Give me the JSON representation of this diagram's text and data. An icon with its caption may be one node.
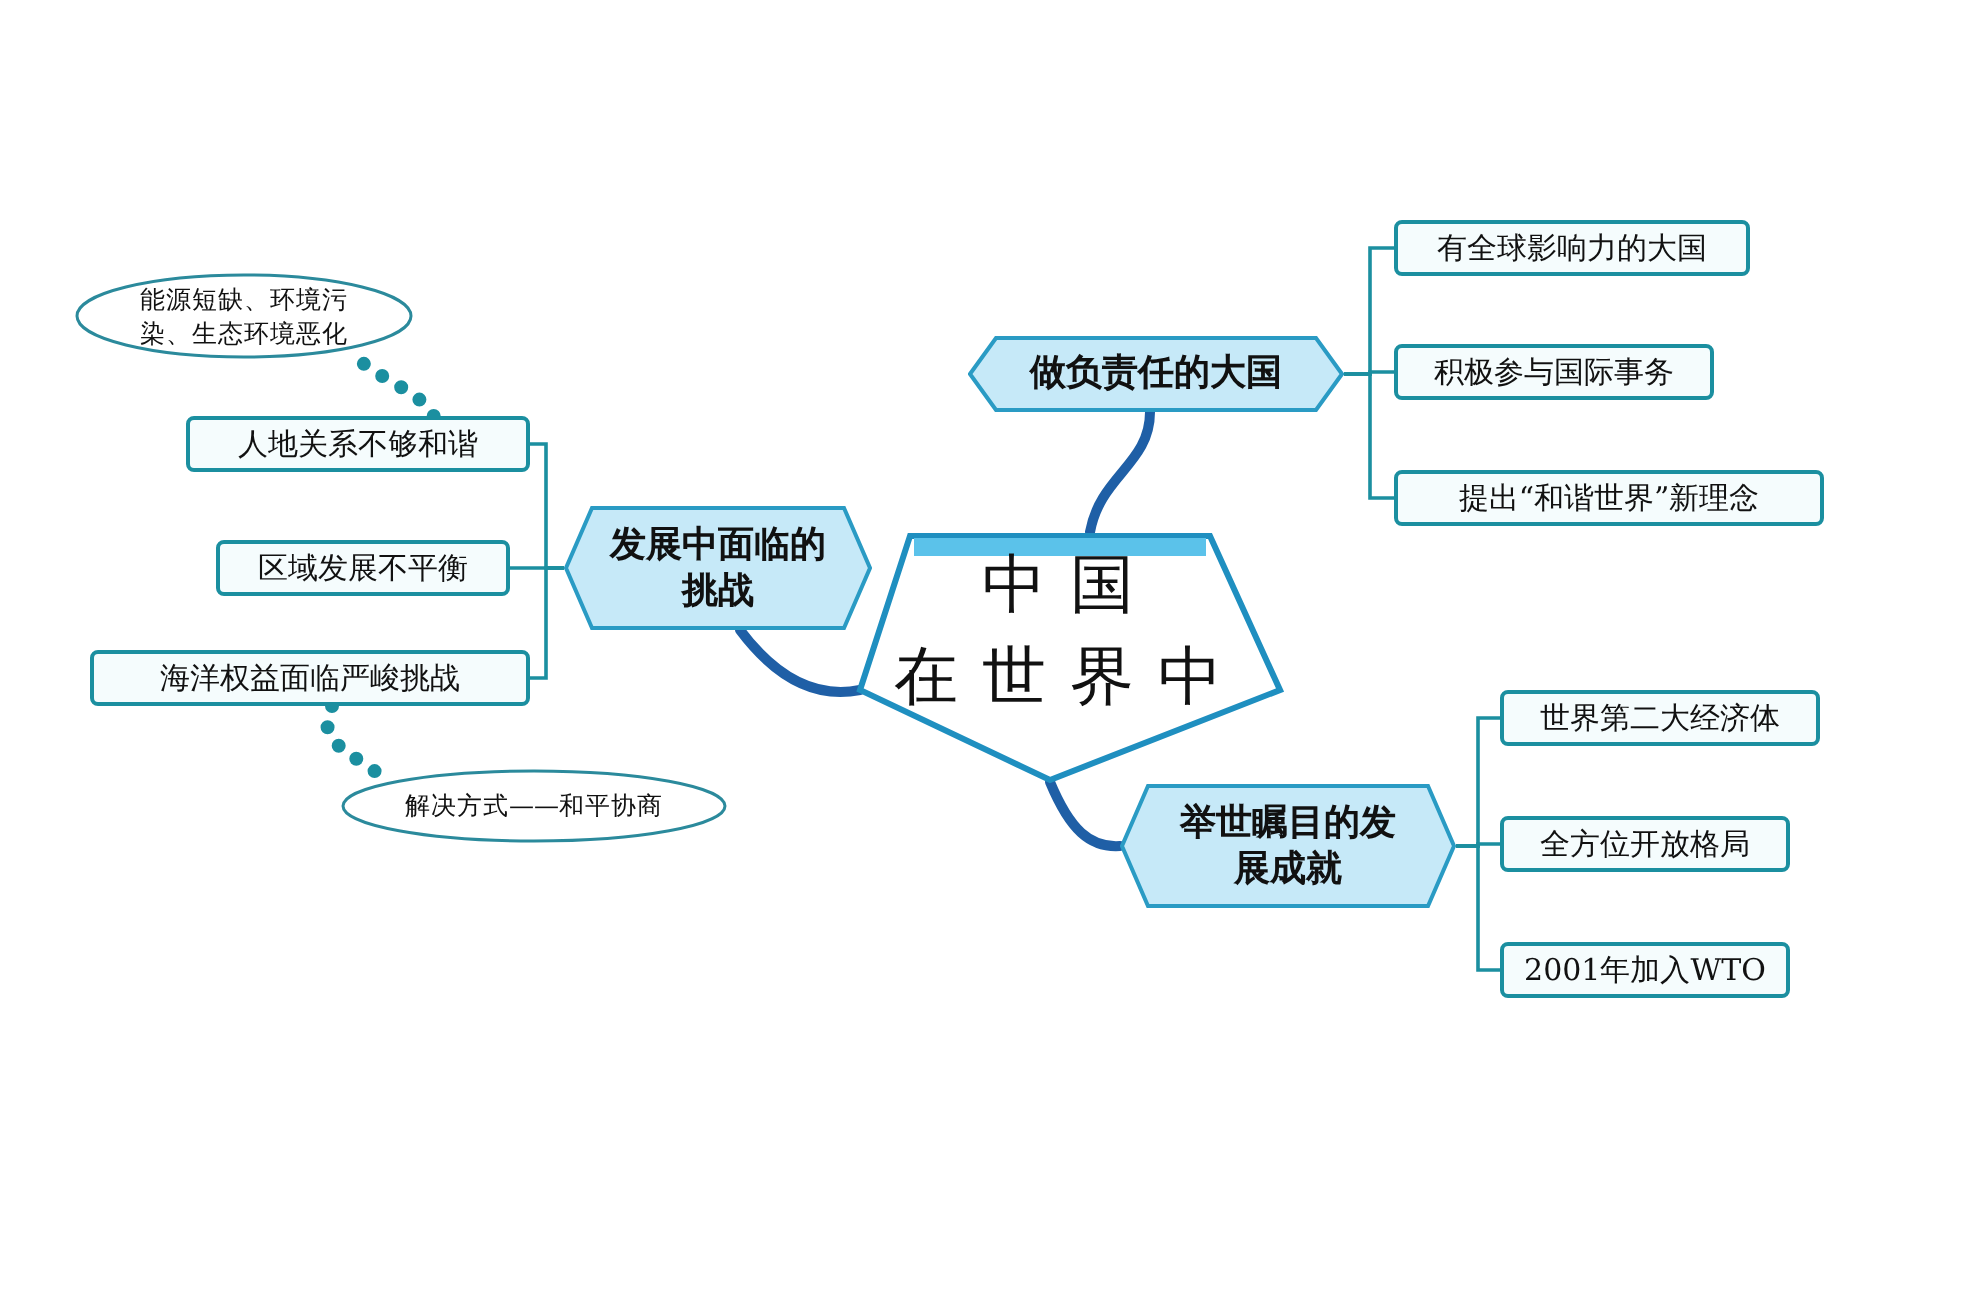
{
  "diagram": {
    "nodes": [
      {
        "text": [
          "中国在世界中"
        ]
      },
      {
        "text": [
          "做负责任的大国"
        ]
      },
      {
        "text": [
          "有全球影响力的大国"
        ]
      },
      {
        "text": [
          "积极参与国际事务"
        ]
      },
      {
        "text": [
          "提出“和谐世界”新理念"
        ]
      },
      {
        "text": [
          "举世瞩目的发展成就"
        ]
      },
      {
        "text": [
          "世界第二大经济体"
        ]
      },
      {
        "text": [
          "全方位开放格局"
        ]
      },
      {
        "text": [
          "2001年加入WTO"
        ]
      },
      {
        "text": [
          "发展中面临的挑战"
        ]
      },
      {
        "text": [
          "人地关系不够和谐"
        ]
      },
      {
        "text": [
          "区域发展不平衡"
        ]
      },
      {
        "text": [
          "海洋权益面临严峻挑战"
        ]
      },
      {
        "text": [
          "能源短缺、环境污染、生态环境恶化"
        ]
      },
      {
        "text": [
          "解决方式——和平协商"
        ]
      }
    ],
    "edges": [
      {
        "from": 0,
        "to": 1,
        "arrow": "none",
        "style": "thick",
        "color": "#1f5fa6"
      },
      {
        "from": 0,
        "to": 5,
        "arrow": "none",
        "style": "thick",
        "color": "#1f5fa6"
      },
      {
        "from": 0,
        "to": 9,
        "arrow": "none",
        "style": "thick",
        "color": "#1f5fa6"
      },
      {
        "from": 1,
        "to": 2,
        "arrow": "none"
      },
      {
        "from": 1,
        "to": 3,
        "arrow": "none"
      },
      {
        "from": 1,
        "to": 4,
        "arrow": "none"
      },
      {
        "from": 5,
        "to": 6,
        "arrow": "none"
      },
      {
        "from": 5,
        "to": 7,
        "arrow": "none"
      },
      {
        "from": 5,
        "to": 8,
        "arrow": "none"
      },
      {
        "from": 9,
        "to": 10,
        "arrow": "none"
      },
      {
        "from": 9,
        "to": 11,
        "arrow": "none"
      },
      {
        "from": 9,
        "to": 12,
        "arrow": "none"
      },
      {
        "from": 10,
        "to": 13,
        "arrow": "none",
        "style": "dashed"
      },
      {
        "from": 12,
        "to": 14,
        "arrow": "none",
        "style": "dashed"
      }
    ]
  }
}
